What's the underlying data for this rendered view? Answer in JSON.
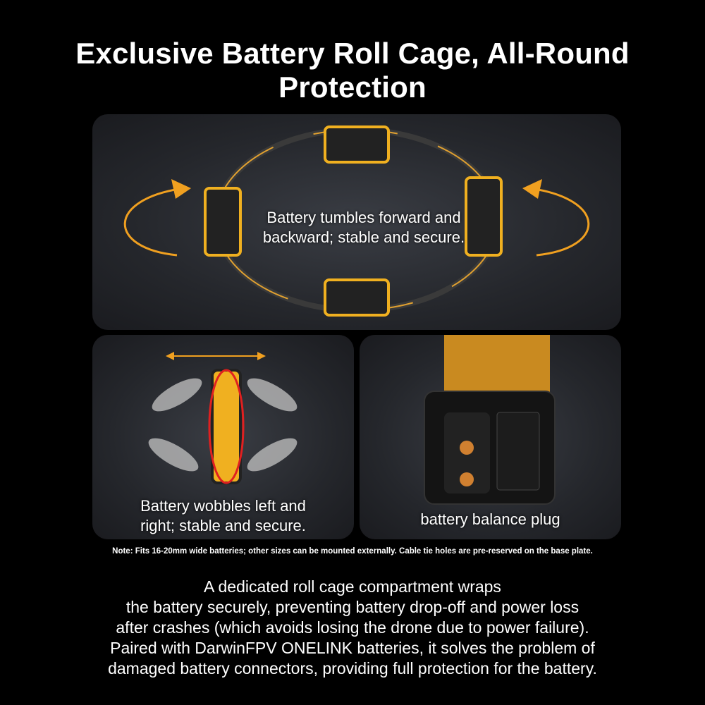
{
  "title": "Exclusive Battery Roll Cage, All-Round Protection",
  "panels": {
    "tumble": {
      "caption_line1": "Battery tumbles forward and",
      "caption_line2": "backward; stable and secure."
    },
    "wobble": {
      "caption_line1": "Battery wobbles left and",
      "caption_line2": "right; stable and secure."
    },
    "plug": {
      "caption": "battery balance plug"
    }
  },
  "note": "Note: Fits 16-20mm wide batteries; other sizes can be mounted externally. Cable tie holes are pre-reserved on the base plate.",
  "description": [
    "A dedicated roll cage compartment wraps",
    "the battery securely, preventing battery drop-off and power loss",
    "after crashes (which avoids losing the drone due to power failure).",
    "Paired with DarwinFPV ONELINK batteries, it solves the problem of",
    "damaged battery connectors, providing full protection for the battery."
  ],
  "colors": {
    "accent": "#f0a020",
    "highlight": "#e02020"
  }
}
